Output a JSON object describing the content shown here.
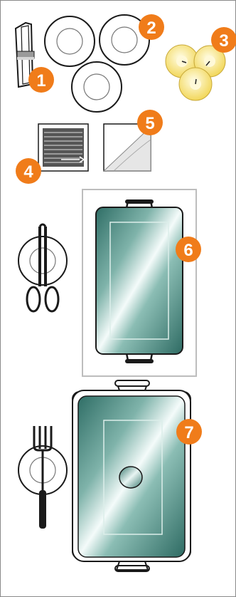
{
  "colors": {
    "frame": "#8a8a8a",
    "badge": "#f07c1a",
    "badge_text": "#ffffff",
    "tray_border": "#bdbdbd",
    "candle_fill": "#f8e47a",
    "dish_teal": "#6aa89f",
    "outline": "#1a1a1a"
  },
  "badges": [
    {
      "label": "1",
      "item": "napkin-with-ring"
    },
    {
      "label": "2",
      "item": "dinner-plates"
    },
    {
      "label": "3",
      "item": "tea-light-candles"
    },
    {
      "label": "4",
      "item": "napkins-with-forks"
    },
    {
      "label": "5",
      "item": "folded-napkin"
    },
    {
      "label": "6",
      "item": "chafing-dish-tray"
    },
    {
      "label": "7",
      "item": "covered-chafing-dish"
    }
  ],
  "serving_tools": [
    {
      "name": "serving-tongs"
    },
    {
      "name": "serving-fork"
    }
  ]
}
